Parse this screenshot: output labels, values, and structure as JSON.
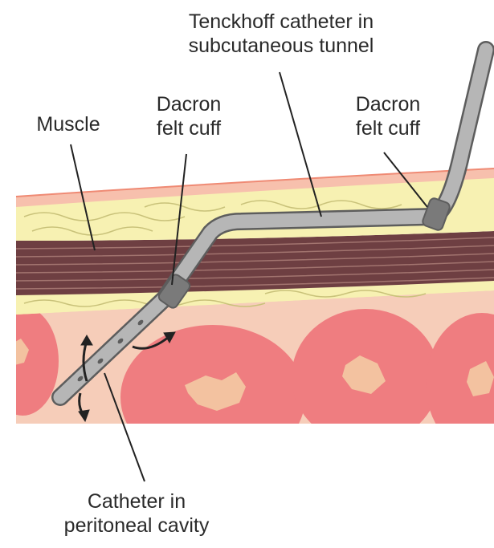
{
  "labels": {
    "tenckhoff": {
      "line1": "Tenckhoff catheter in",
      "line2": "subcutaneous tunnel"
    },
    "muscle": "Muscle",
    "cuff_left": {
      "line1": "Dacron",
      "line2": "felt cuff"
    },
    "cuff_right": {
      "line1": "Dacron",
      "line2": "felt cuff"
    },
    "peritoneal": {
      "line1": "Catheter in",
      "line2": "peritoneal cavity"
    }
  },
  "colors": {
    "skin": "#f7c0ad",
    "skin_edge": "#ef8a74",
    "fat": "#f7f1b2",
    "fat_lines": "#c9c27a",
    "muscle": "#6e3f42",
    "muscle_lines": "#a2746f",
    "cavity": "#f6cdb9",
    "bowel": "#ef7d80",
    "bowel_inner": "#f3c2a0",
    "catheter": "#b6b6b6",
    "catheter_edge": "#5d5d5d",
    "cuff": "#7a7a7a",
    "leader": "#222222"
  },
  "icons": [
    "flow-arrow-icon",
    "flow-arrow-icon",
    "flow-arrow-icon"
  ]
}
